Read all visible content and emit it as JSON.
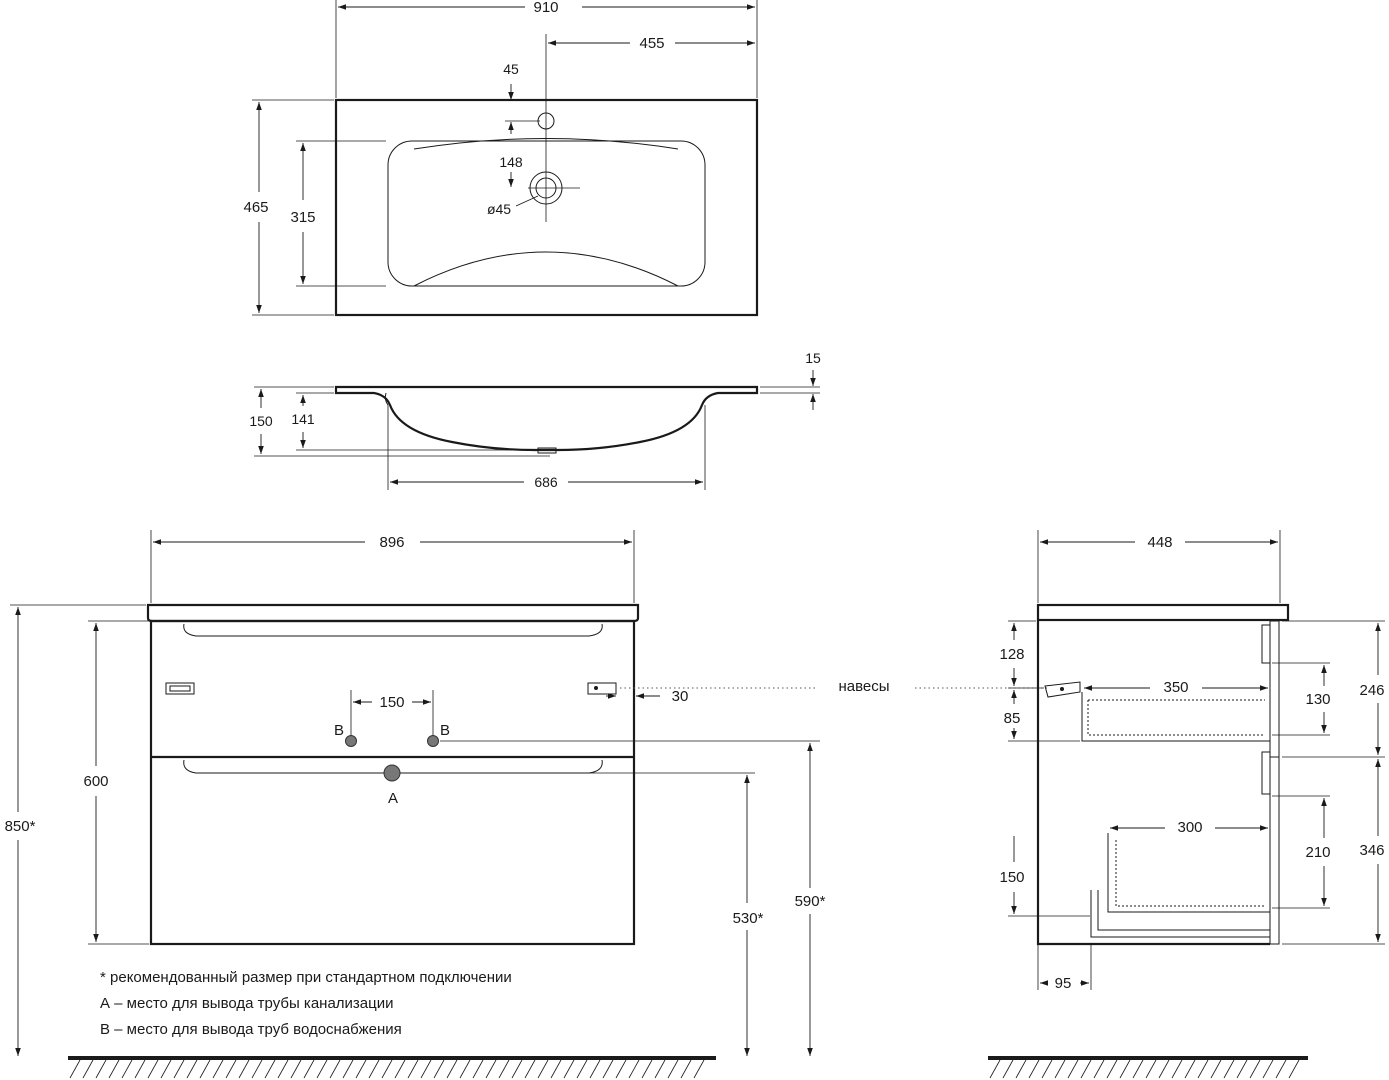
{
  "top_view": {
    "width": "910",
    "half_width": "455",
    "tap_offset": "45",
    "drain_offset": "148",
    "drain_diameter": "ø45",
    "depth": "465",
    "bowl_depth": "315"
  },
  "section_view": {
    "rim": "15",
    "height": "150",
    "bowl_height": "141",
    "bowl_width": "686"
  },
  "front_view": {
    "width": "896",
    "pipe_spacing": "150",
    "hinge_offset": "30",
    "cabinet_height": "600",
    "total_height": "850*",
    "drain_height": "530*",
    "supply_height": "590*",
    "label_supply_left": "B",
    "label_supply_right": "B",
    "label_drain": "A"
  },
  "hinges_label": "навесы",
  "side_view": {
    "depth": "448",
    "upper_drawer_depth": "350",
    "lower_drawer_depth": "300",
    "top_offset": "128",
    "upper_gap": "85",
    "upper_drawer_height": "130",
    "upper_front": "246",
    "lower_drawer_height": "210",
    "lower_front": "346",
    "bottom_gap": "150",
    "back_offset": "95"
  },
  "notes": {
    "line1": "* рекомендованный размер при стандартном подключении",
    "line2": "А – место для вывода трубы канализации",
    "line3": "В – место для вывода труб водоснабжения"
  }
}
